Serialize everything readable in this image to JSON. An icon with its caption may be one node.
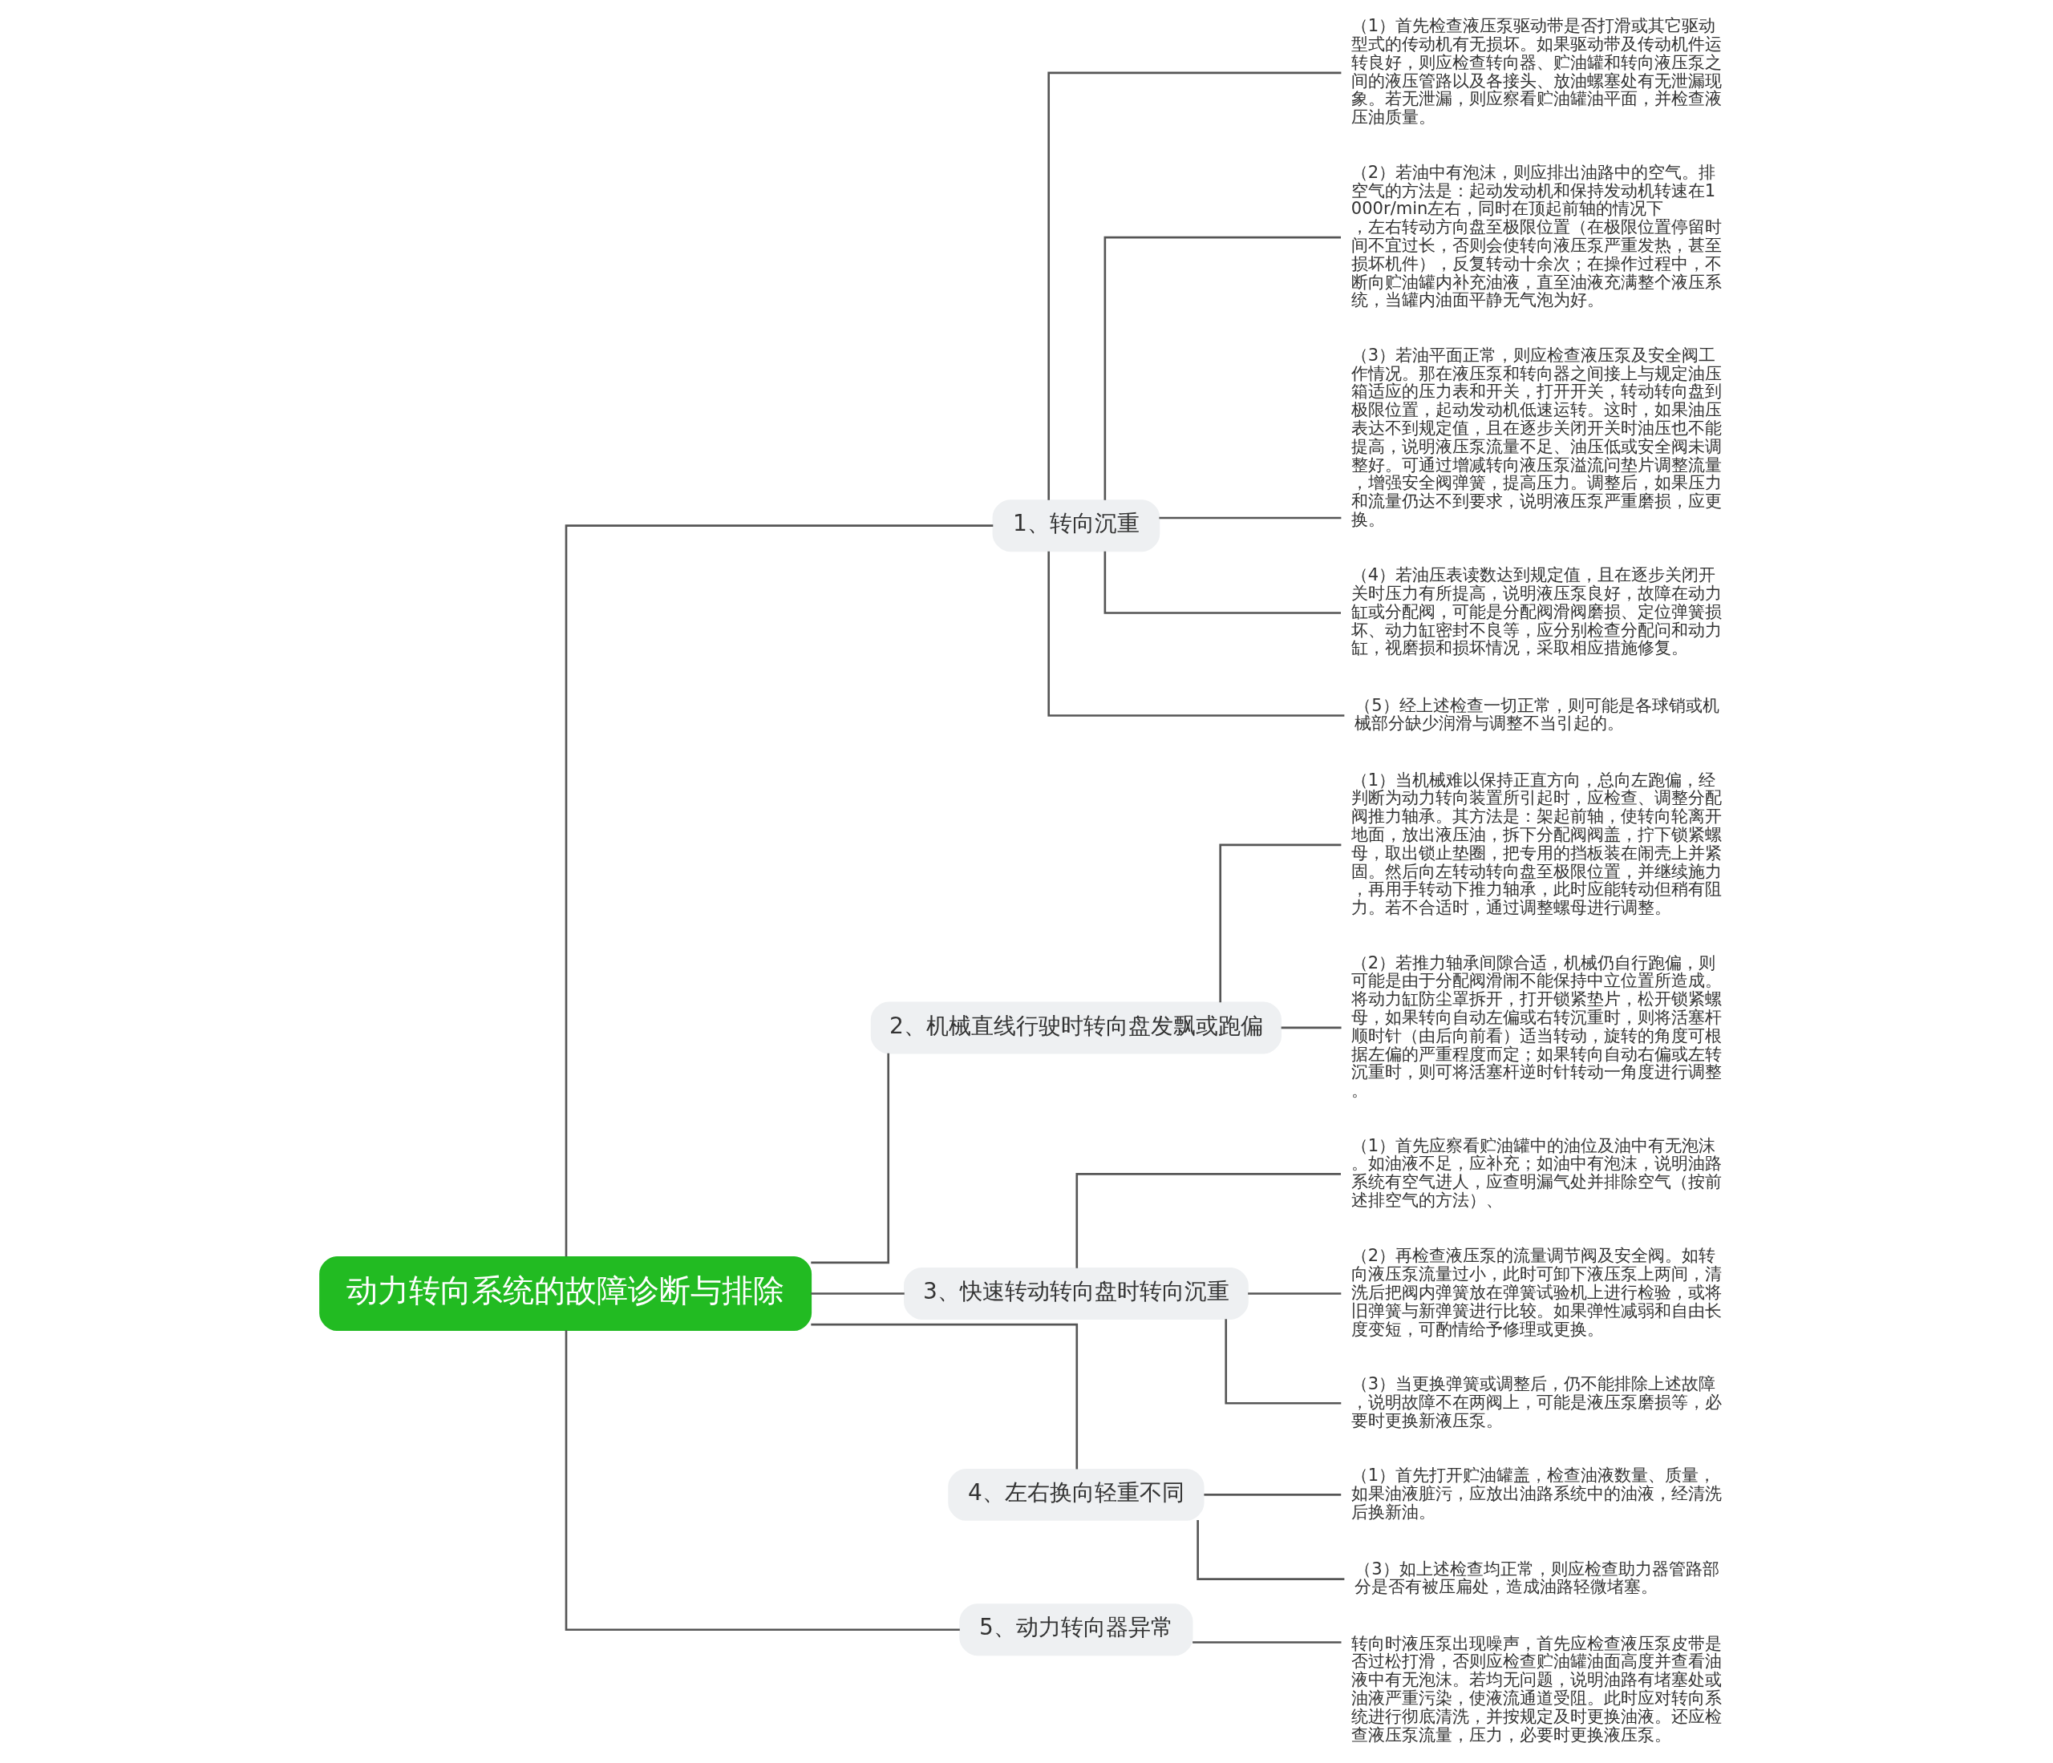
{
  "diagram": {
    "nodes": [
      {
        "text": [
          "动力转向系统的故障诊断与排除"
        ]
      },
      {
        "text": [
          "1、转向沉重"
        ]
      },
      {
        "text": [
          "（1）首先检查液压泵驱动带是否打滑或其它驱动型式的传动机有无损坏。如果驱动带及传动机件运转良好，则应检查转向器、贮油罐和转向液压泵之间的液压管路以及各接头、放油螺塞处有无泄漏现象。若无泄漏，则应察看贮油罐油平面，并检查液压油质量。"
        ]
      },
      {
        "text": [
          "（2）若油中有泡沫，则应排出油路中的空气。排空气的方法是：起动发动机和保持发动机转速在1000r/min左右，同时在顶起前轴的情况下，左右转动方向盘至极限位置（在极限位置停留时间不宜过长，否则会使转向液压泵严重发热，甚至损坏机件），反复转动十余次；在操作过程中，不断向贮油罐内补充油液，直至油液充满整个液压系统，当罐内油面平静无气泡为好。"
        ]
      },
      {
        "text": [
          "（3）若油平面正常，则应检查液压泵及安全阀工作情况。那在液压泵和转向器之间接上与规定油压箱适应的压力表和开关，打开开关，转动转向盘到极限位置，起动发动机低速运转。这时，如果油压表达不到规定值，且在逐步关闭开关时油压也不能提高，说明液压泵流量不足、油压低或安全阀未调整好。可通过增减转向液压泵溢流问垫片调整流量，增强安全阀弹簧，提高压力。调整后，如果压力和流量仍达不到要求，说明液压泵严重磨损，应更换。"
        ]
      },
      {
        "text": [
          "（4）若油压表读数达到规定值，且在逐步关闭开关时压力有所提高，说明液压泵良好，故障在动力缸或分配阀，可能是分配阀滑阀磨损、定位弹簧损坏、动力缸密封不良等，应分别检查分配问和动力缸，视磨损和损坏情况，采取相应措施修复。"
        ]
      },
      {
        "text": [
          "（5）经上述检查一切正常，则可能是各球销或机械部分缺少润滑与调整不当引起的。"
        ]
      },
      {
        "text": [
          "2、机械直线行驶时转向盘发飘或跑偏"
        ]
      },
      {
        "text": [
          "（1）当机械难以保持正直方向，总向左跑偏，经判断为动力转向装置所引起时，应检查、调整分配阀推力轴承。其方法是：架起前轴，使转向轮离开地面，放出液压油，拆下分配阀阀盖，拧下锁紧螺母，取出锁止垫圈，把专用的挡板装在闹壳上并紧固。然后向左转动转向盘至极限位置，并继续施力，再用手转动下推力轴承，此时应能转动但稍有阻力。若不合适时，通过调整螺母进行调整。"
        ]
      },
      {
        "text": [
          "（2）若推力轴承间隙合适，机械仍自行跑偏，则可能是由于分配阀滑闹不能保持中立位置所造成。将动力缸防尘罩拆开，打开锁紧垫片，松开锁紧螺母，如果转向自动左偏或右转沉重时，则将活塞杆顺时针（由后向前看）适当转动，旋转的角度可根据左偏的严重程度而定；如果转向自动右偏或左转沉重时，则可将活塞杆逆时针转动一角度进行调整。"
        ]
      },
      {
        "text": [
          "3、快速转动转向盘时转向沉重"
        ]
      },
      {
        "text": [
          "（1）首先应察看贮油罐中的油位及油中有无泡沫。如油液不足，应补充；如油中有泡沫，说明油路系统有空气进人，应查明漏气处并排除空气（按前述排空气的方法）、"
        ]
      },
      {
        "text": [
          "（2）再检查液压泵的流量调节阀及安全阀。如转向液压泵流量过小，此时可卸下液压泵上两间，清洗后把阀内弹簧放在弹簧试验机上进行检验，或将旧弹簧与新弹簧进行比较。如果弹性减弱和自由长度变短，可酌情给予修理或更换。"
        ]
      },
      {
        "text": [
          "（3）当更换弹簧或调整后，仍不能排除上述故障，说明故障不在两阀上，可能是液压泵磨损等，必要时更换新液压泵。"
        ]
      },
      {
        "text": [
          "4、左右换向轻重不同"
        ]
      },
      {
        "text": [
          "（1）首先打开贮油罐盖，检查油液数量、质量，如果油液脏污，应放出油路系统中的油液，经清洗后换新油。"
        ]
      },
      {
        "text": [
          "（3）如上述检查均正常，则应检查助力器管路部分是否有被压扁处，造成油路轻微堵塞。"
        ]
      },
      {
        "text": [
          "5、动力转向器异常"
        ]
      },
      {
        "text": [
          "转向时液压泵出现噪声，首先应检查液压泵皮带是否过松打滑，否则应检查贮油罐油面高度并查看油液中有无泡沫。若均无问题，说明油路有堵塞处或油液严重污染，使液流通道受阻。此时应对转向系统进行彻底清洗，并按规定及时更换油液。还应检查液压泵流量，压力，必要时更换液压泵。"
        ]
      }
    ],
    "edges": [
      {
        "from": 0,
        "to": 1,
        "arrow": "none"
      },
      {
        "from": 1,
        "to": 2,
        "arrow": "none"
      },
      {
        "from": 1,
        "to": 3,
        "arrow": "none"
      },
      {
        "from": 1,
        "to": 4,
        "arrow": "none"
      },
      {
        "from": 1,
        "to": 5,
        "arrow": "none"
      },
      {
        "from": 1,
        "to": 6,
        "arrow": "none"
      },
      {
        "from": 0,
        "to": 7,
        "arrow": "none"
      },
      {
        "from": 7,
        "to": 8,
        "arrow": "none"
      },
      {
        "from": 7,
        "to": 9,
        "arrow": "none"
      },
      {
        "from": 0,
        "to": 10,
        "arrow": "none"
      },
      {
        "from": 10,
        "to": 11,
        "arrow": "none"
      },
      {
        "from": 10,
        "to": 12,
        "arrow": "none"
      },
      {
        "from": 10,
        "to": 13,
        "arrow": "none"
      },
      {
        "from": 0,
        "to": 14,
        "arrow": "none"
      },
      {
        "from": 14,
        "to": 15,
        "arrow": "none"
      },
      {
        "from": 14,
        "to": 16,
        "arrow": "none"
      },
      {
        "from": 0,
        "to": 17,
        "arrow": "none"
      },
      {
        "from": 17,
        "to": 18,
        "arrow": "none"
      }
    ]
  }
}
